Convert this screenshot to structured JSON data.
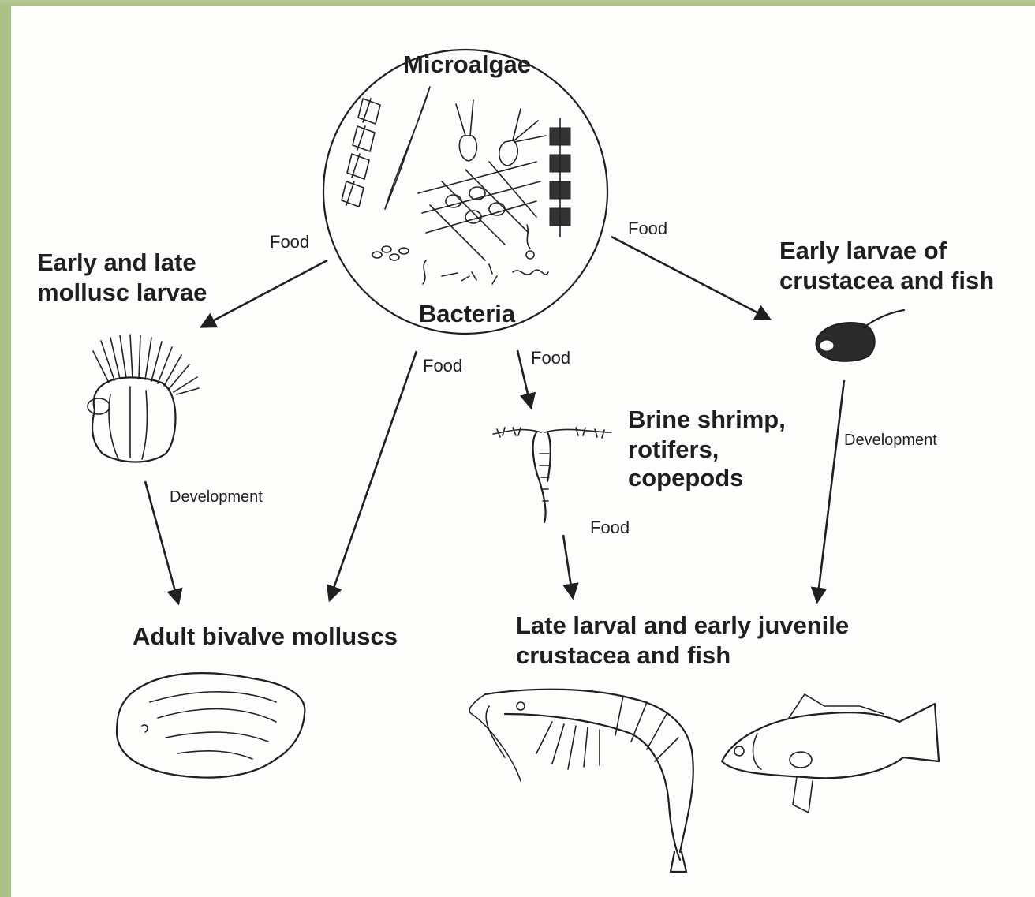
{
  "diagram": {
    "center": {
      "top_label": "Microalgae",
      "bottom_label": "Bacteria"
    },
    "nodes": {
      "mollusc_larvae": {
        "line1": "Early and late",
        "line2": "mollusc larvae"
      },
      "crustacea_larvae": {
        "line1": "Early larvae of",
        "line2": "crustacea and fish"
      },
      "brine_shrimp": {
        "line1": "Brine shrimp,",
        "line2": "rotifers,",
        "line3": "copepods"
      },
      "adult_bivalve": {
        "label": "Adult bivalve molluscs"
      },
      "late_larval": {
        "line1": "Late larval and early juvenile",
        "line2": "crustacea and fish"
      }
    },
    "edge_labels": {
      "food": "Food",
      "development": "Development"
    },
    "colors": {
      "ink": "#1f1f1f",
      "paper": "#fdfdfb",
      "frame": "#a9bf84"
    }
  }
}
